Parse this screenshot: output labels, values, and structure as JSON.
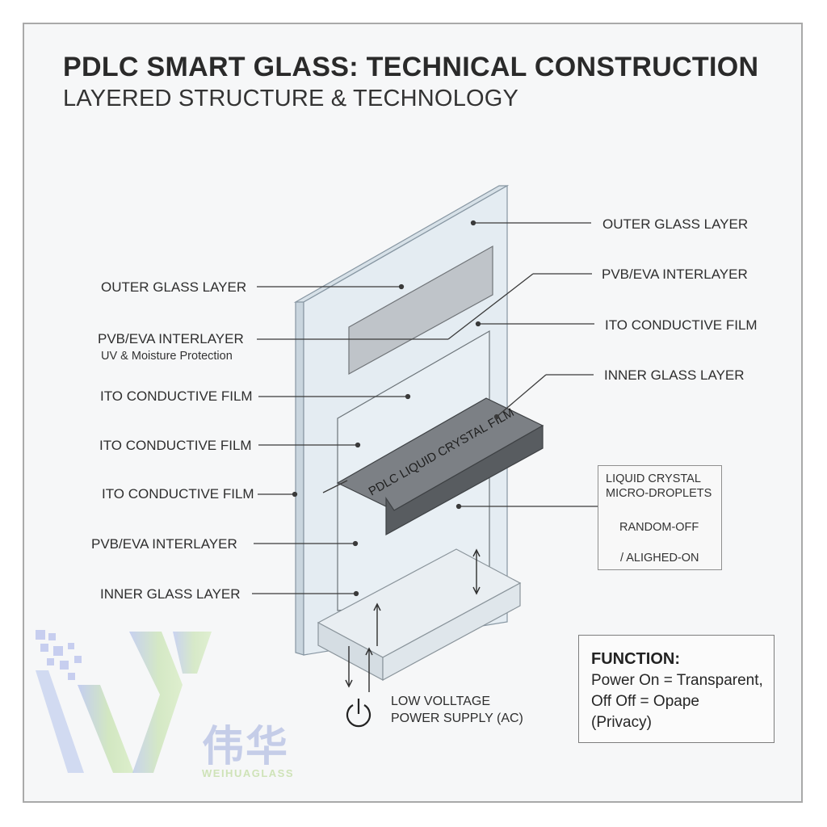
{
  "title": "PDLC SMART GLASS: TECHNICAL CONSTRUCTION",
  "subtitle": "LAYERED STRUCTURE & TECHNOLOGY",
  "left_labels": [
    {
      "text": "OUTER GLASS LAYER"
    },
    {
      "text": "PVB/EVA INTERLAYER"
    },
    {
      "text": "ITO CONDUCTIVE FILM"
    },
    {
      "text": "ITO CONDUCTIVE FILM"
    },
    {
      "text": "ITO CONDUCTIVE FILM"
    },
    {
      "text": "PVB/EVA INTERLAYER"
    },
    {
      "text": "INNER GLASS LAYER"
    }
  ],
  "left_sublabel": "UV & Moisture Protection",
  "right_labels": [
    {
      "text": "OUTER GLASS LAYER"
    },
    {
      "text": "PVB/EVA INTERLAYER"
    },
    {
      "text": "ITO CONDUCTIVE FILM"
    },
    {
      "text": "INNER GLASS LAYER"
    }
  ],
  "film_label": "PDLC LIQUID CRYSTAL FILM",
  "inset": {
    "line1": "LIQUID CRYSTAL",
    "line2": "MICRO-DROPLETS",
    "state_off": "RANDOM-OFF",
    "state_on": "/ ALIGHED-ON"
  },
  "power": {
    "line1": "LOW VOLLTAGE",
    "line2": "POWER SUPPLY (AC)",
    "icon": "power-icon"
  },
  "function_box": {
    "heading": "FUNCTION:",
    "line1": "Power On = Transparent,",
    "line2": "Off Off = Opape",
    "line3": "(Privacy)"
  },
  "logo": {
    "cn": "伟华",
    "en": "WEIHUAGLASS"
  },
  "colors": {
    "glass_face": "#e3ebf1",
    "glass_edge": "#c9d5de",
    "film_top": "#7d8185",
    "film_front": "#55595d",
    "line": "#3a3a3a",
    "logo_blue": "#b9c6ee",
    "logo_green": "#cde6b2"
  }
}
